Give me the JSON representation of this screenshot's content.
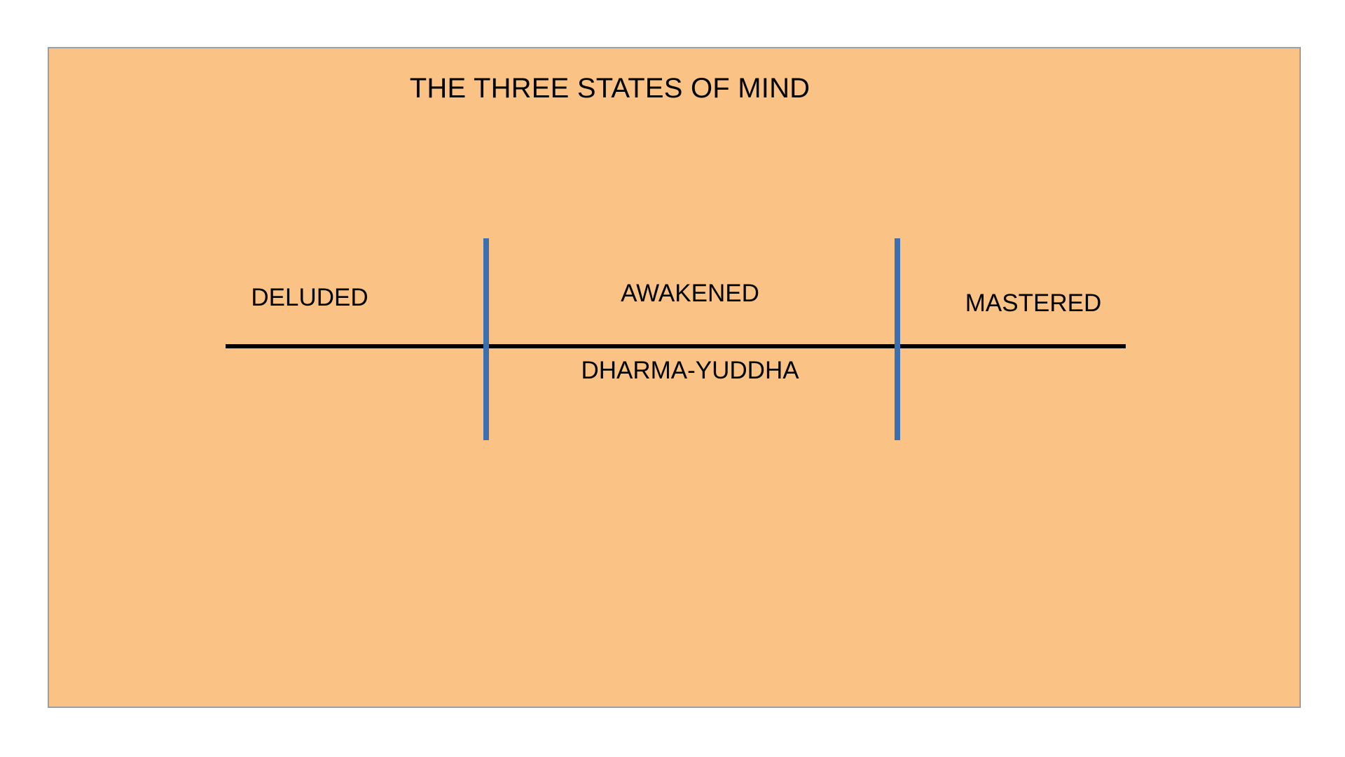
{
  "panel": {
    "background_color": "#FBC285",
    "border_color": "#9AA0A6"
  },
  "diagram": {
    "title": "THE THREE STATES OF MIND",
    "type": "spectrum-axis",
    "axis_color": "#000000",
    "divider_color": "#3B6FAF",
    "segments": [
      {
        "id": "deluded",
        "label": "DELUDED",
        "position": "left"
      },
      {
        "id": "awakened",
        "label": "AWAKENED",
        "position": "center"
      },
      {
        "id": "mastered",
        "label": "MASTERED",
        "position": "right"
      }
    ],
    "center_sublabel": "DHARMA-YUDDHA",
    "dividers": [
      {
        "id": "divider-left",
        "between": "DELUDED / AWAKENED"
      },
      {
        "id": "divider-right",
        "between": "AWAKENED / MASTERED"
      }
    ]
  }
}
